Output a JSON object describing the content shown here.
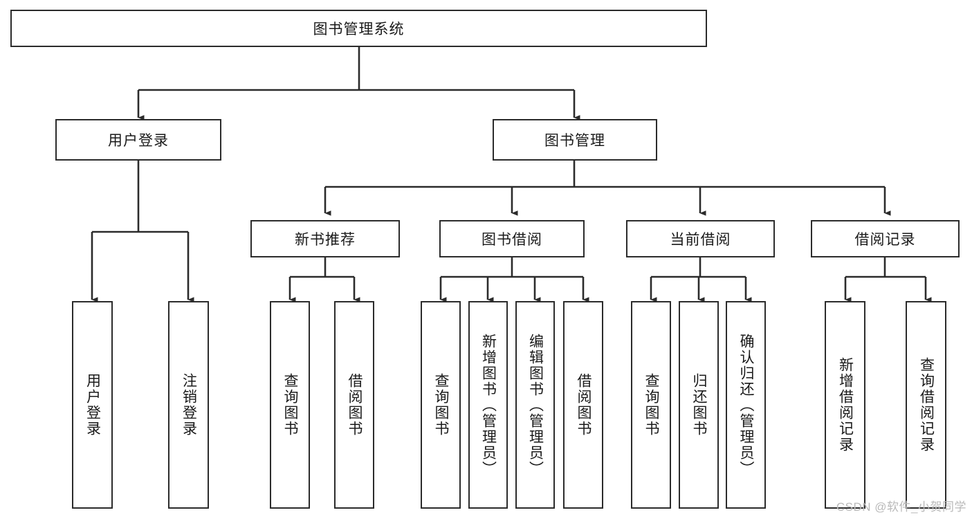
{
  "diagram": {
    "type": "tree-hierarchy",
    "title": "图书管理系统",
    "root": {
      "id": "root",
      "label": "图书管理系统"
    },
    "level2": [
      {
        "id": "user-login",
        "label": "用户登录"
      },
      {
        "id": "book-manage",
        "label": "图书管理"
      }
    ],
    "level3": [
      {
        "id": "new-book-recommend",
        "label": "新书推荐",
        "parent": "book-manage"
      },
      {
        "id": "book-borrow",
        "label": "图书借阅",
        "parent": "book-manage"
      },
      {
        "id": "current-borrow",
        "label": "当前借阅",
        "parent": "book-manage"
      },
      {
        "id": "borrow-record",
        "label": "借阅记录",
        "parent": "book-manage"
      }
    ],
    "leaves": [
      {
        "id": "leaf-user-login",
        "label": "用户登录",
        "parent": "user-login"
      },
      {
        "id": "leaf-logout-login",
        "label": "注销登录",
        "parent": "user-login"
      },
      {
        "id": "leaf-query-book-1",
        "label": "查询图书",
        "parent": "new-book-recommend"
      },
      {
        "id": "leaf-borrow-book-1",
        "label": "借阅图书",
        "parent": "new-book-recommend"
      },
      {
        "id": "leaf-query-book-2",
        "label": "查询图书",
        "parent": "book-borrow"
      },
      {
        "id": "leaf-add-book",
        "label": "新增图书（管理员）",
        "parent": "book-borrow"
      },
      {
        "id": "leaf-edit-book",
        "label": "编辑图书（管理员）",
        "parent": "book-borrow"
      },
      {
        "id": "leaf-borrow-book-2",
        "label": "借阅图书",
        "parent": "book-borrow"
      },
      {
        "id": "leaf-query-book-3",
        "label": "查询图书",
        "parent": "current-borrow"
      },
      {
        "id": "leaf-return-book",
        "label": "归还图书",
        "parent": "current-borrow"
      },
      {
        "id": "leaf-confirm-return",
        "label": "确认归还（管理员）",
        "parent": "current-borrow"
      },
      {
        "id": "leaf-add-record",
        "label": "新增借阅记录",
        "parent": "borrow-record"
      },
      {
        "id": "leaf-query-record",
        "label": "查询借阅记录",
        "parent": "borrow-record"
      }
    ],
    "colors": {
      "stroke": "#2b2b2b",
      "fill": "#ffffff",
      "text": "#1a1a1a",
      "watermark": "#b9b9b9"
    }
  },
  "watermark": {
    "text": "CSDN @软件_小贺同学"
  }
}
